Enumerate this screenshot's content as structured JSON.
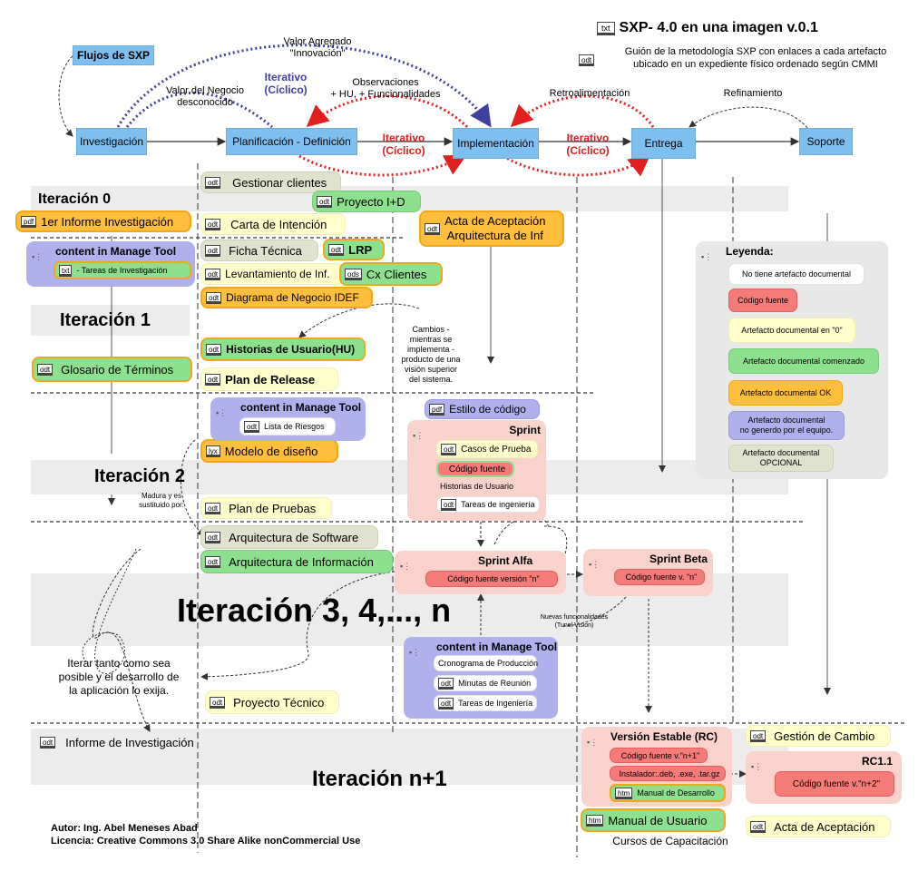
{
  "title": "SXP- 4.0 en una imagen v.0.1",
  "title_tag": "txt",
  "subtitle_line1": "Guión de la metodología SXP con enlaces a cada artefacto",
  "subtitle_line2": "ubicado en un expediente físico ordenado según CMMI",
  "subtitle_tag": "odt",
  "flujos": "Flujos de SXP",
  "phases": {
    "investigacion": "Investigación",
    "planificacion": "Planificación - Definición",
    "implementacion": "Implementación",
    "entrega": "Entrega",
    "soporte": "Soporte"
  },
  "arrow_labels": {
    "valor_agregado_1": "Valor Agregado",
    "valor_agregado_2": "\"Innovación\"",
    "valor_negocio_1": "Valor del Negocio",
    "valor_negocio_2": "desconocido",
    "iterativo_blue_1": "Iterativo",
    "iterativo_blue_2": "(Cíclico)",
    "observaciones_1": "Observaciones",
    "observaciones_2": "+ HU, + Funcionalidades",
    "retro": "Retroalimentación",
    "refinamiento": "Refinamiento",
    "iterativo_red_a_1": "Iterativo",
    "iterativo_red_a_2": "(Cíclico)",
    "iterativo_red_b_1": "Iterativo",
    "iterativo_red_b_2": "(Cíclico)"
  },
  "iterations": {
    "it0": "Iteración 0",
    "it1": "Iteración 1",
    "it2": "Iteración 2",
    "it3": "Iteración 3, 4,..., n",
    "itn1": "Iteración n+1"
  },
  "artifacts": {
    "gestionar_clientes": {
      "tag": "odt",
      "label": "Gestionar clientes"
    },
    "proyecto_id": {
      "tag": "odt",
      "label": "Proyecto I+D"
    },
    "informe_inv": {
      "tag": "pdf",
      "label": "1er Informe Investigación"
    },
    "carta_intencion": {
      "tag": "odt",
      "label": "Carta de Intención"
    },
    "acta_arquitectura_1": "Acta de Aceptación",
    "acta_arquitectura_2": "Arquitectura de Inf",
    "acta_arquitectura_tag": "odt",
    "ficha_tecnica": {
      "tag": "odt",
      "label": "Ficha Técnica"
    },
    "lrp": {
      "tag": "odt",
      "label": "LRP"
    },
    "levantamiento": {
      "tag": "odt",
      "label": "Levantamiento de Inf."
    },
    "cx_clientes": {
      "tag": "ods",
      "label": "Cx Clientes"
    },
    "diagrama_negocio": {
      "tag": "odt",
      "label": "Diagrama de Negocio IDEF"
    },
    "historias_usuario": {
      "tag": "odt",
      "label": "Historias de Usuario(HU)"
    },
    "glosario": {
      "tag": "odt",
      "label": "Glosario de Términos"
    },
    "plan_release": {
      "tag": "odt",
      "label": "Plan de Release"
    },
    "estilo_codigo": {
      "tag": "pdf",
      "label": "Estilo de código"
    },
    "modelo_diseno": {
      "tag": "lyx",
      "label": "Modelo de diseño"
    },
    "plan_pruebas": {
      "tag": "odt",
      "label": "Plan de Pruebas"
    },
    "arq_software": {
      "tag": "odt",
      "label": "Arquitectura de Software"
    },
    "arq_informacion": {
      "tag": "odt",
      "label": "Arquitectura de Información"
    },
    "proyecto_tecnico": {
      "tag": "odt",
      "label": "Proyecto Técnico"
    },
    "informe_investigacion": {
      "tag": "odt",
      "label": "Informe de Investigación"
    },
    "gestion_cambio": {
      "tag": "odt",
      "label": "Gestión de Cambio"
    },
    "manual_usuario": {
      "tag": "htm",
      "label": "Manual de Usuario"
    },
    "acta_aceptacion": {
      "tag": "odt",
      "label": "Acta de Aceptación"
    },
    "cursos": "Cursos de Capacitación"
  },
  "panels": {
    "manage0": {
      "title": "content in Manage Tool",
      "item_tag": "txt",
      "item": "- Tareas de Investigación"
    },
    "manage2": {
      "title": "content in Manage Tool",
      "item_tag": "odt",
      "item": "Lista de Riesgos"
    },
    "sprint": {
      "title": "Sprint",
      "casos_tag": "odt",
      "casos": "Casos de Prueba",
      "codigo": "Código fuente",
      "historias": "Historias de Usuario",
      "tareas_tag": "odt",
      "tareas": "Tareas de ingeniería"
    },
    "alfa": {
      "title": "Sprint Alfa",
      "codigo": "Código fuente versión \"n\""
    },
    "beta": {
      "title": "Sprint Beta",
      "codigo": "Código fuente v. \"n\""
    },
    "manage3": {
      "title": "content in Manage Tool",
      "crono": "Cronograma de Producción",
      "minutas_tag": "odt",
      "minutas": "Minutas de Reunión",
      "tareas_tag": "odt",
      "tareas": "Tareas de Ingeniería"
    },
    "version": {
      "title": "Versión  Estable (RC)",
      "codigo": "Código fuente v.\"n+1\"",
      "instalador": "Instalador:.deb, .exe, .tar.gz",
      "manual_tag": "htm",
      "manual": "Manual de Desarrollo"
    },
    "rc11": {
      "title": "RC1.1",
      "codigo": "Código fuente v.\"n+2\""
    }
  },
  "legend": {
    "title": "Leyenda:",
    "items": [
      "No tiene artefacto documental",
      "Código fuente",
      "Artefacto documental en \"0\"",
      "Artefacto documental comenzado",
      "Artefacto documental OK"
    ],
    "nogen_1": "Artefacto documental",
    "nogen_2": "no generdo por el equipo.",
    "opt_1": "Artefacto documental",
    "opt_2": "OPCIONAL"
  },
  "notes": {
    "cambios": [
      "Cambios -",
      "mientras se",
      "implementa -",
      "producto de una",
      "visión superior",
      "del sistema."
    ],
    "madura_1": "Madura y es",
    "madura_2": "sustituido por:",
    "nuevas_1": "Nuevas funcionalidades",
    "nuevas_2": "(Tunel Vision)",
    "iterar": [
      "Iterar tanto como sea",
      "posible y el desarrollo de",
      "la aplicación lo exija."
    ]
  },
  "footer": {
    "autor": "Autor: Ing. Abel Meneses Abad",
    "licencia": "Licencia: Creative Commons 3.0 Share Alike nonCommercial Use"
  },
  "colors": {
    "phase": "#7fbfef",
    "ok": "#ffbe3b",
    "zero": "#ffffcc",
    "started": "#8de08d",
    "nogen": "#b0b0ec",
    "optional": "#dfe2cc",
    "source": "#f57b78",
    "blue_arrow": "#4040a0",
    "red_arrow": "#e02020"
  }
}
